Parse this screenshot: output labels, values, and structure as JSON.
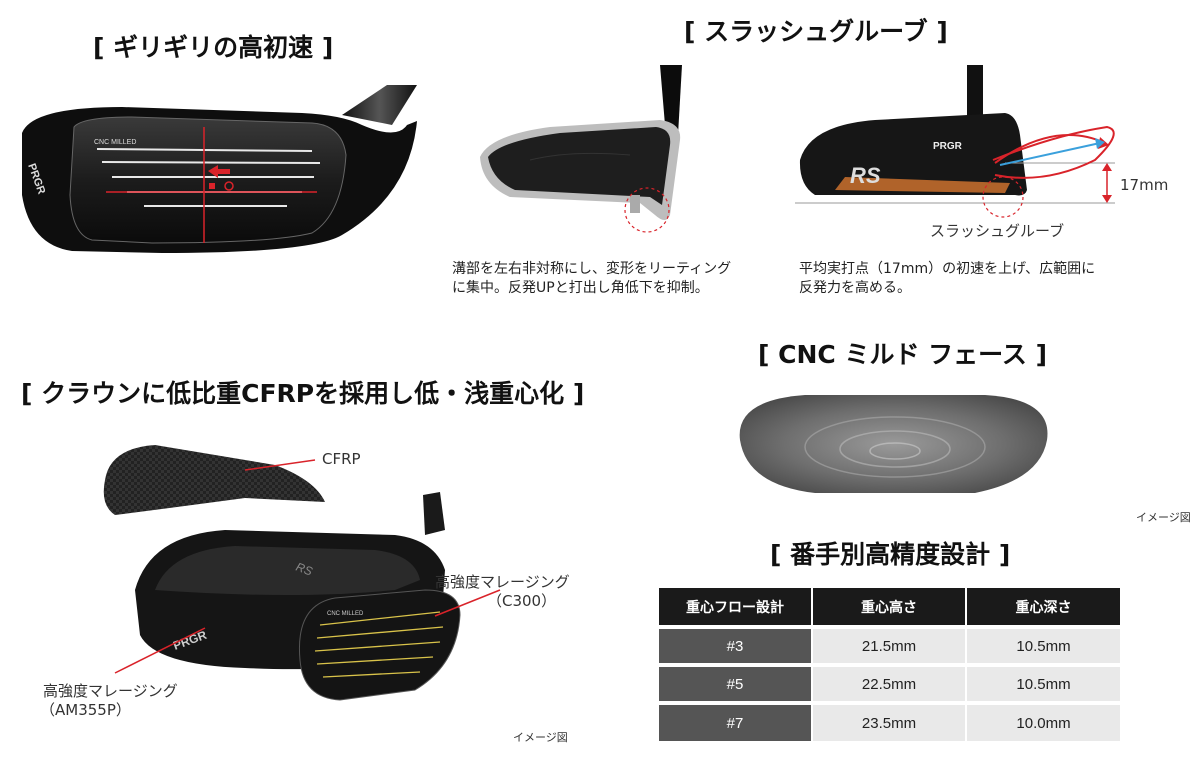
{
  "headings": {
    "speed": "[ ギリギリの高初速 ]",
    "slash_groove": "[ スラッシュグルーブ ]",
    "cnc_face": "[ CNC ミルド フェース ]",
    "crown": "[ クラウンに低比重CFRPを採用し低・浅重心化 ]",
    "precision": "[ 番手別高精度設計 ]"
  },
  "face_image": {
    "milled_text": "CNC MILLED",
    "brand_text": "PRGR"
  },
  "slash_groove": {
    "caption_left_1": "溝部を左右非対称にし、変形をリーティング",
    "caption_left_2": "に集中。反発UPと打出し角低下を抑制。",
    "caption_right_1": "平均実打点（17mm）の初速を上げ、広範囲に",
    "caption_right_2": "反発力を高める。",
    "measurement": "17mm",
    "groove_label": "スラッシュグルーブ",
    "head_brand": "PRGR",
    "head_logo": "RS"
  },
  "cnc_face": {
    "note": "イメージ図"
  },
  "crown": {
    "cfrp_label": "CFRP",
    "face_material_1": "高強度マレージング",
    "face_material_2": "（C300）",
    "body_material_1": "高強度マレージング",
    "body_material_2": "（AM355P）",
    "note": "イメージ図",
    "face_milled": "CNC MILLED",
    "brand_text": "PRGR",
    "crown_logo": "RS"
  },
  "spec_table": {
    "headers": [
      "重心フロー設計",
      "重心高さ",
      "重心深さ"
    ],
    "rows": [
      [
        "#3",
        "21.5mm",
        "10.5mm"
      ],
      [
        "#5",
        "22.5mm",
        "10.5mm"
      ],
      [
        "#7",
        "23.5mm",
        "10.0mm"
      ]
    ]
  },
  "colors": {
    "accent_red": "#d9232a",
    "arrow_blue": "#3aa0dc",
    "table_header": "#1a1a1a",
    "table_row_head": "#555555",
    "table_cell": "#e9e9e9"
  }
}
